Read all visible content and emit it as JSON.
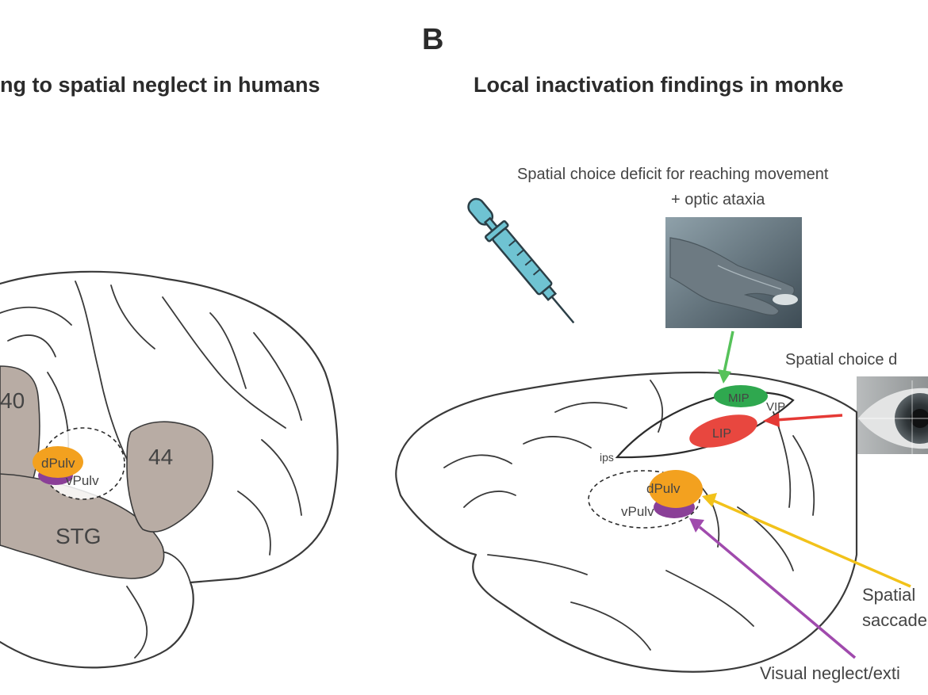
{
  "panel_b_letter": "B",
  "panel_a": {
    "title": "ng to spatial neglect in humans",
    "regions": {
      "area_40": "40",
      "area_44": "44",
      "stg": "STG",
      "dpulv": "dPulv",
      "vpulv": "vPulv"
    }
  },
  "panel_b": {
    "title": "Local inactivation findings in monke",
    "reach_caption_line1": "Spatial choice deficit for reaching movement",
    "reach_caption_line2": "+ optic ataxia",
    "saccade_caption_top": "Spatial choice d",
    "saccade_caption_line1": "Spatial",
    "saccade_caption_line2": "saccade",
    "neglect_caption": "Visual neglect/exti",
    "regions": {
      "mip": "MIP",
      "lip": "LIP",
      "area_mip2": "VIP",
      "ips": "ips",
      "dpulv": "dPulv",
      "vpulv": "vPulv"
    }
  },
  "colors": {
    "cortex_area": "#b8aca4",
    "pulvinar_dorsal": "#f3a11f",
    "pulvinar_ventral": "#8a3f97",
    "mip_green": "#2fa84f",
    "lip_red": "#e8473f",
    "arrow_green": "#56c25a",
    "arrow_red": "#e53935",
    "arrow_yellow": "#f2c21a",
    "arrow_purple": "#a04aad",
    "syringe_body": "#6fc3d2"
  },
  "icons": {
    "syringe": "syringe-icon",
    "hand_photo": "hand-photo",
    "eye_photo": "eye-photo"
  }
}
